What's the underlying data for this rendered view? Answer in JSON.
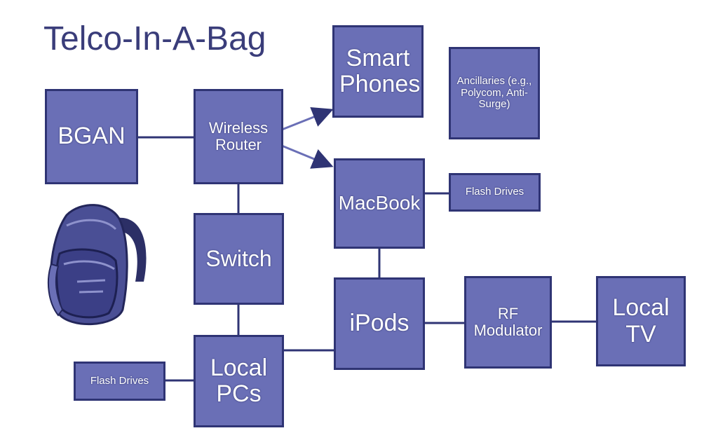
{
  "title": "Telco-In-A-Bag",
  "colors": {
    "box_fill": "#6a6fb6",
    "box_border": "#2f3474",
    "line": "#2f3474",
    "title": "#3a3d7a"
  },
  "icons": {
    "backpack": "backpack-icon"
  },
  "nodes": {
    "bgan": "BGAN",
    "wireless_router": "Wireless Router",
    "smart_phones": "Smart Phones",
    "ancillaries": "Ancillaries (e.g., Polycom, Anti-Surge)",
    "macbook": "MacBook",
    "flash_drives_top": "Flash Drives",
    "switch": "Switch",
    "ipods": "iPods",
    "rf_modulator": "RF Modulator",
    "local_tv": "Local TV",
    "local_pcs": "Local PCs",
    "flash_drives_bottom": "Flash Drives"
  }
}
